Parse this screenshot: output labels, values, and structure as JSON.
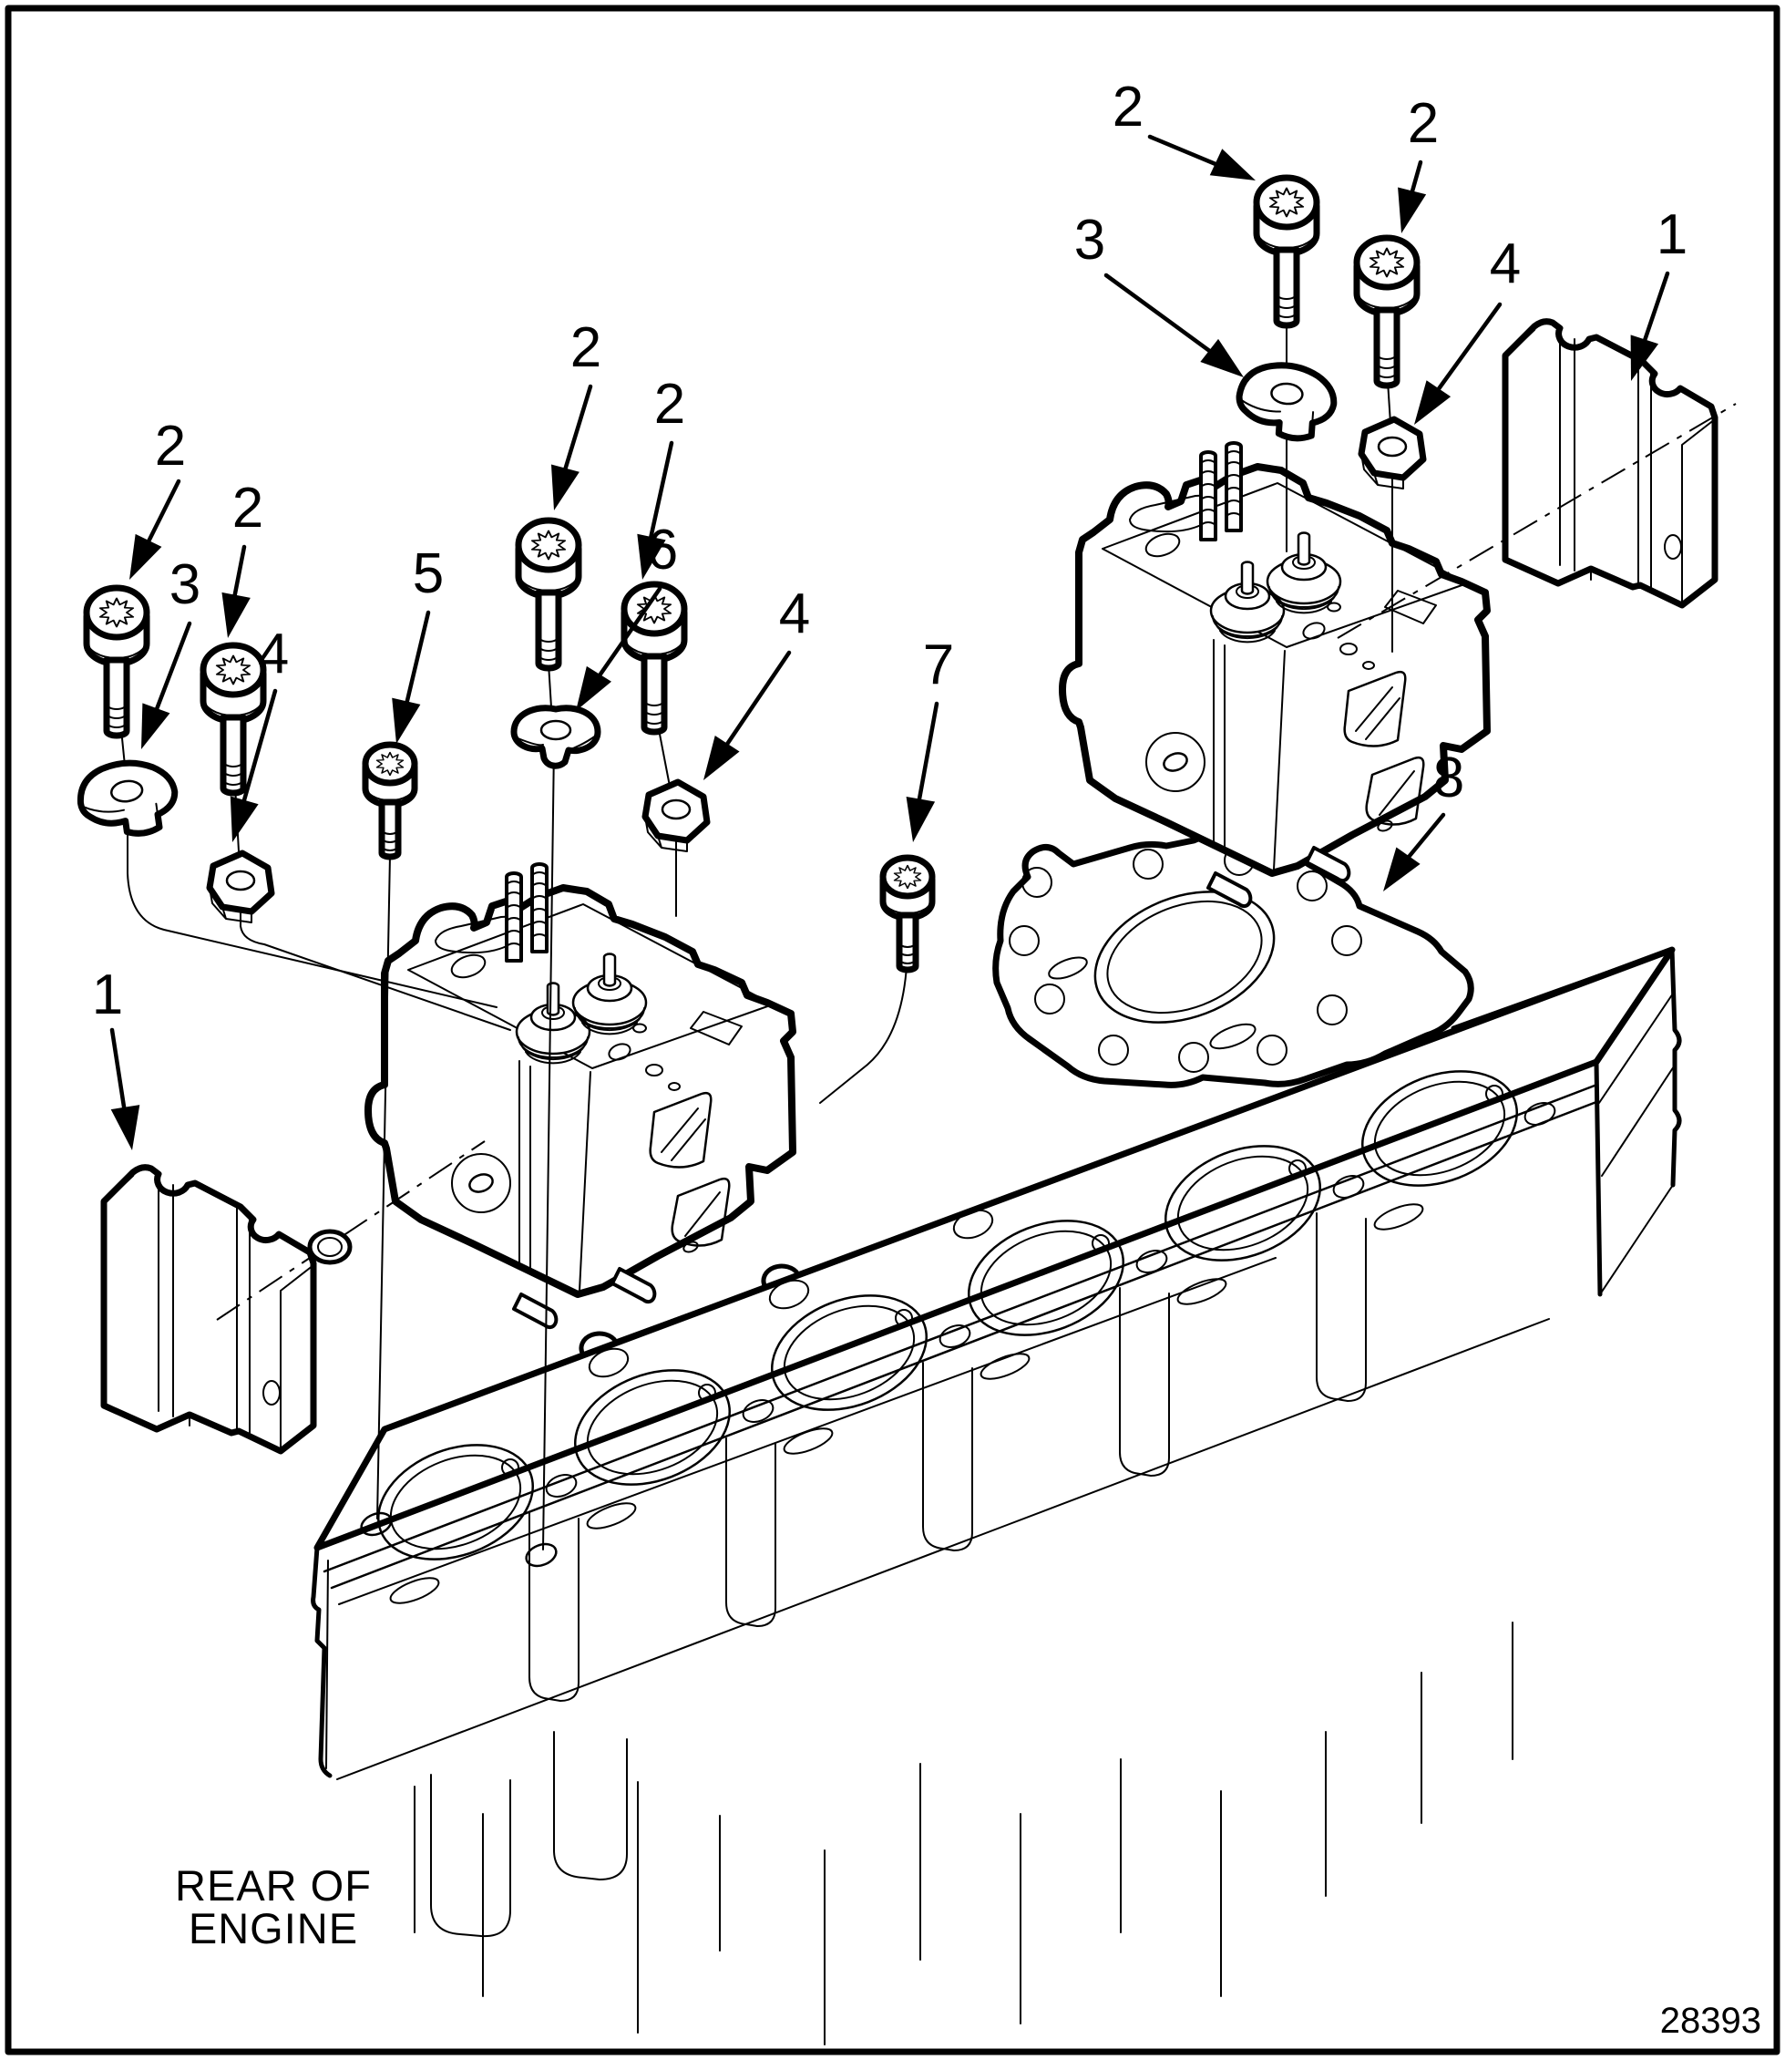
{
  "figure": {
    "type": "exploded-parts-diagram",
    "subject": "cylinder head installation on engine block",
    "number": "28393"
  },
  "labels": {
    "rear_of_engine_line1": "REAR OF",
    "rear_of_engine_line2": "ENGINE"
  },
  "colors": {
    "line": "#000000",
    "background": "#ffffff"
  },
  "callouts": [
    {
      "part": "spacer-left",
      "label": "1"
    },
    {
      "part": "bolt-left-outer",
      "label": "2"
    },
    {
      "part": "bolt-left-inner",
      "label": "2"
    },
    {
      "part": "clamp-left",
      "label": "3"
    },
    {
      "part": "nut-left",
      "label": "4"
    },
    {
      "part": "bolt-center-short",
      "label": "5"
    },
    {
      "part": "bolt-center-left",
      "label": "2"
    },
    {
      "part": "clamp-center",
      "label": "6"
    },
    {
      "part": "bolt-center-right",
      "label": "2"
    },
    {
      "part": "nut-center",
      "label": "4"
    },
    {
      "part": "bolt-rear-short",
      "label": "7"
    },
    {
      "part": "bolt-right-outer",
      "label": "2"
    },
    {
      "part": "bolt-right-inner",
      "label": "2"
    },
    {
      "part": "clamp-right",
      "label": "3"
    },
    {
      "part": "nut-right",
      "label": "4"
    },
    {
      "part": "spacer-right",
      "label": "1"
    },
    {
      "part": "head-gasket",
      "label": "8"
    }
  ]
}
